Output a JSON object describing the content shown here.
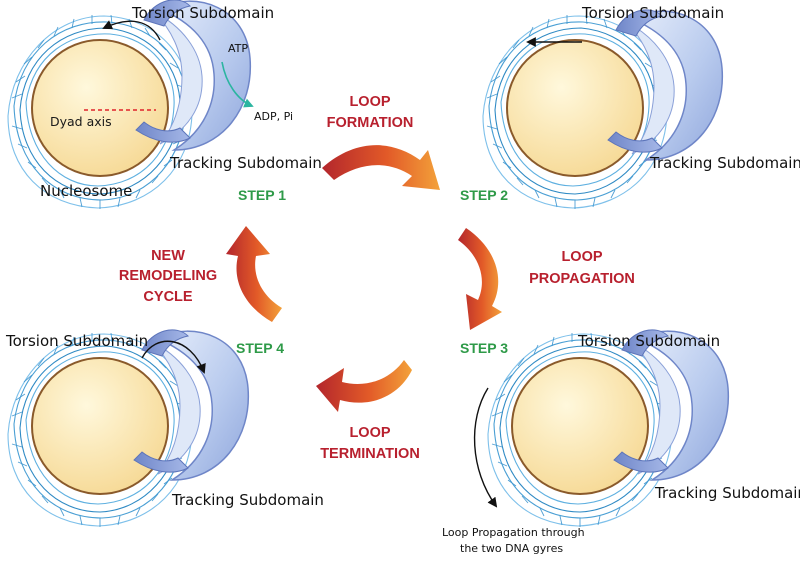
{
  "labels": {
    "torsion_subdomain": "Torsion Subdomain",
    "tracking_subdomain": "Tracking Subdomain",
    "nucleosome": "Nucleosome",
    "dyad_axis": "Dyad axis",
    "atp": "ATP",
    "adp_pi": "ADP, Pi",
    "step1": "STEP 1",
    "step2": "STEP 2",
    "step3": "STEP 3",
    "step4": "STEP 4",
    "loop_formation": [
      "LOOP",
      "FORMATION"
    ],
    "loop_propagation": [
      "LOOP",
      "PROPAGATION"
    ],
    "loop_termination": [
      "LOOP",
      "TERMINATION"
    ],
    "new_remodeling_cycle": [
      "NEW",
      "REMODELING",
      "CYCLE"
    ],
    "loop_propagation_note": [
      "Loop Propagation through",
      "the two DNA gyres"
    ]
  },
  "colors": {
    "step_text": "#2e9a48",
    "phase_text": "#b8202e",
    "histone_fill": "#fde9b0",
    "histone_outline": "#8a5a2b",
    "dna_strand": "#4a9fd4",
    "remodeler_blue": "#a9bfe6",
    "remodeler_dark": "#7d94d0",
    "arrow_orange": "#e8742a",
    "arrow_red": "#b8282e",
    "atp_arrow": "#2bb5a0",
    "dyad_line": "#e0222a"
  }
}
